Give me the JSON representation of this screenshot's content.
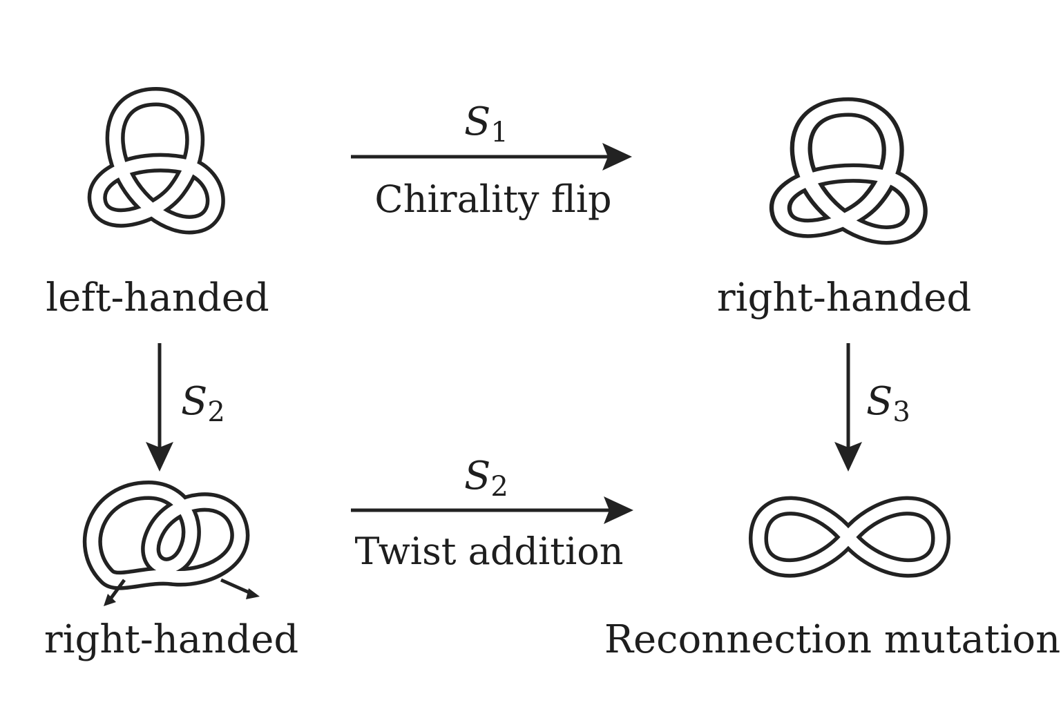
{
  "nodes": {
    "top_left": {
      "label": "left-handed",
      "icon": "trefoil-knot-icon"
    },
    "top_right": {
      "label": "right-handed",
      "icon": "trefoil-knot-icon"
    },
    "bottom_left": {
      "label": "right-handed",
      "icon": "twisted-knot-icon"
    },
    "bottom_right": {
      "label": "Reconnection mutation",
      "icon": "figure-eight-loop-icon"
    }
  },
  "edges": {
    "top": {
      "symbol": "S",
      "subscript": "1",
      "caption": "Chirality flip"
    },
    "bottom": {
      "symbol": "S",
      "subscript": "2",
      "caption": "Twist addition"
    },
    "left": {
      "symbol": "S",
      "subscript": "2"
    },
    "right": {
      "symbol": "S",
      "subscript": "3"
    }
  },
  "colors": {
    "ink": "#1e1e1e",
    "background": "#ffffff"
  }
}
